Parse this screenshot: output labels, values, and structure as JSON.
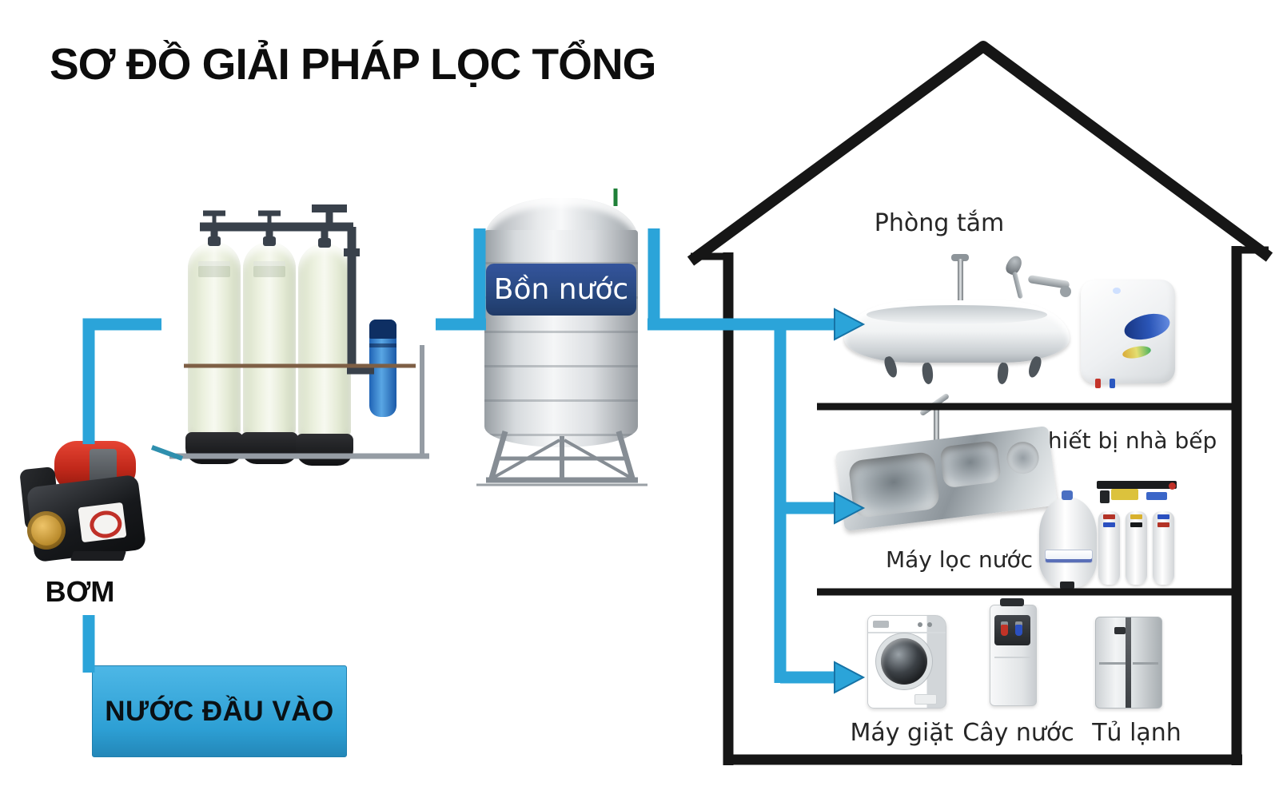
{
  "title": "SƠ ĐỒ GIẢI PHÁP LỌC TỔNG",
  "supply_chain": {
    "inlet": {
      "label": "NƯỚC ĐẦU VÀO"
    },
    "pump": {
      "label": "BƠM",
      "icon": "water-pump-icon"
    },
    "filter_station": {
      "icon": "triple-filter-column-icon"
    },
    "storage_tank": {
      "label": "Bồn nước",
      "icon": "stainless-water-tank-icon"
    }
  },
  "house": {
    "icon": "house-outline-icon",
    "floors": [
      {
        "name": "bathroom",
        "label": "Phòng tắm",
        "appliances": [
          {
            "icon": "bathtub-icon"
          },
          {
            "icon": "water-heater-icon"
          }
        ]
      },
      {
        "name": "kitchen",
        "label": "Thiết bị nhà bếp",
        "secondary_label": "Máy lọc nước",
        "appliances": [
          {
            "icon": "kitchen-sink-icon"
          },
          {
            "icon": "ro-purifier-icon"
          }
        ]
      },
      {
        "name": "utility",
        "appliances": [
          {
            "icon": "washing-machine-icon",
            "label": "Máy giặt"
          },
          {
            "icon": "water-dispenser-icon",
            "label": "Cây nước"
          },
          {
            "icon": "refrigerator-icon",
            "label": "Tủ lạnh"
          }
        ]
      }
    ]
  },
  "colors": {
    "pipe_blue": "#2ba4d9",
    "inlet_box_blue": "#38aadd",
    "tank_band_navy": "#2d4d91",
    "house_outline": "#161616",
    "title_color": "#0d0d0d"
  }
}
